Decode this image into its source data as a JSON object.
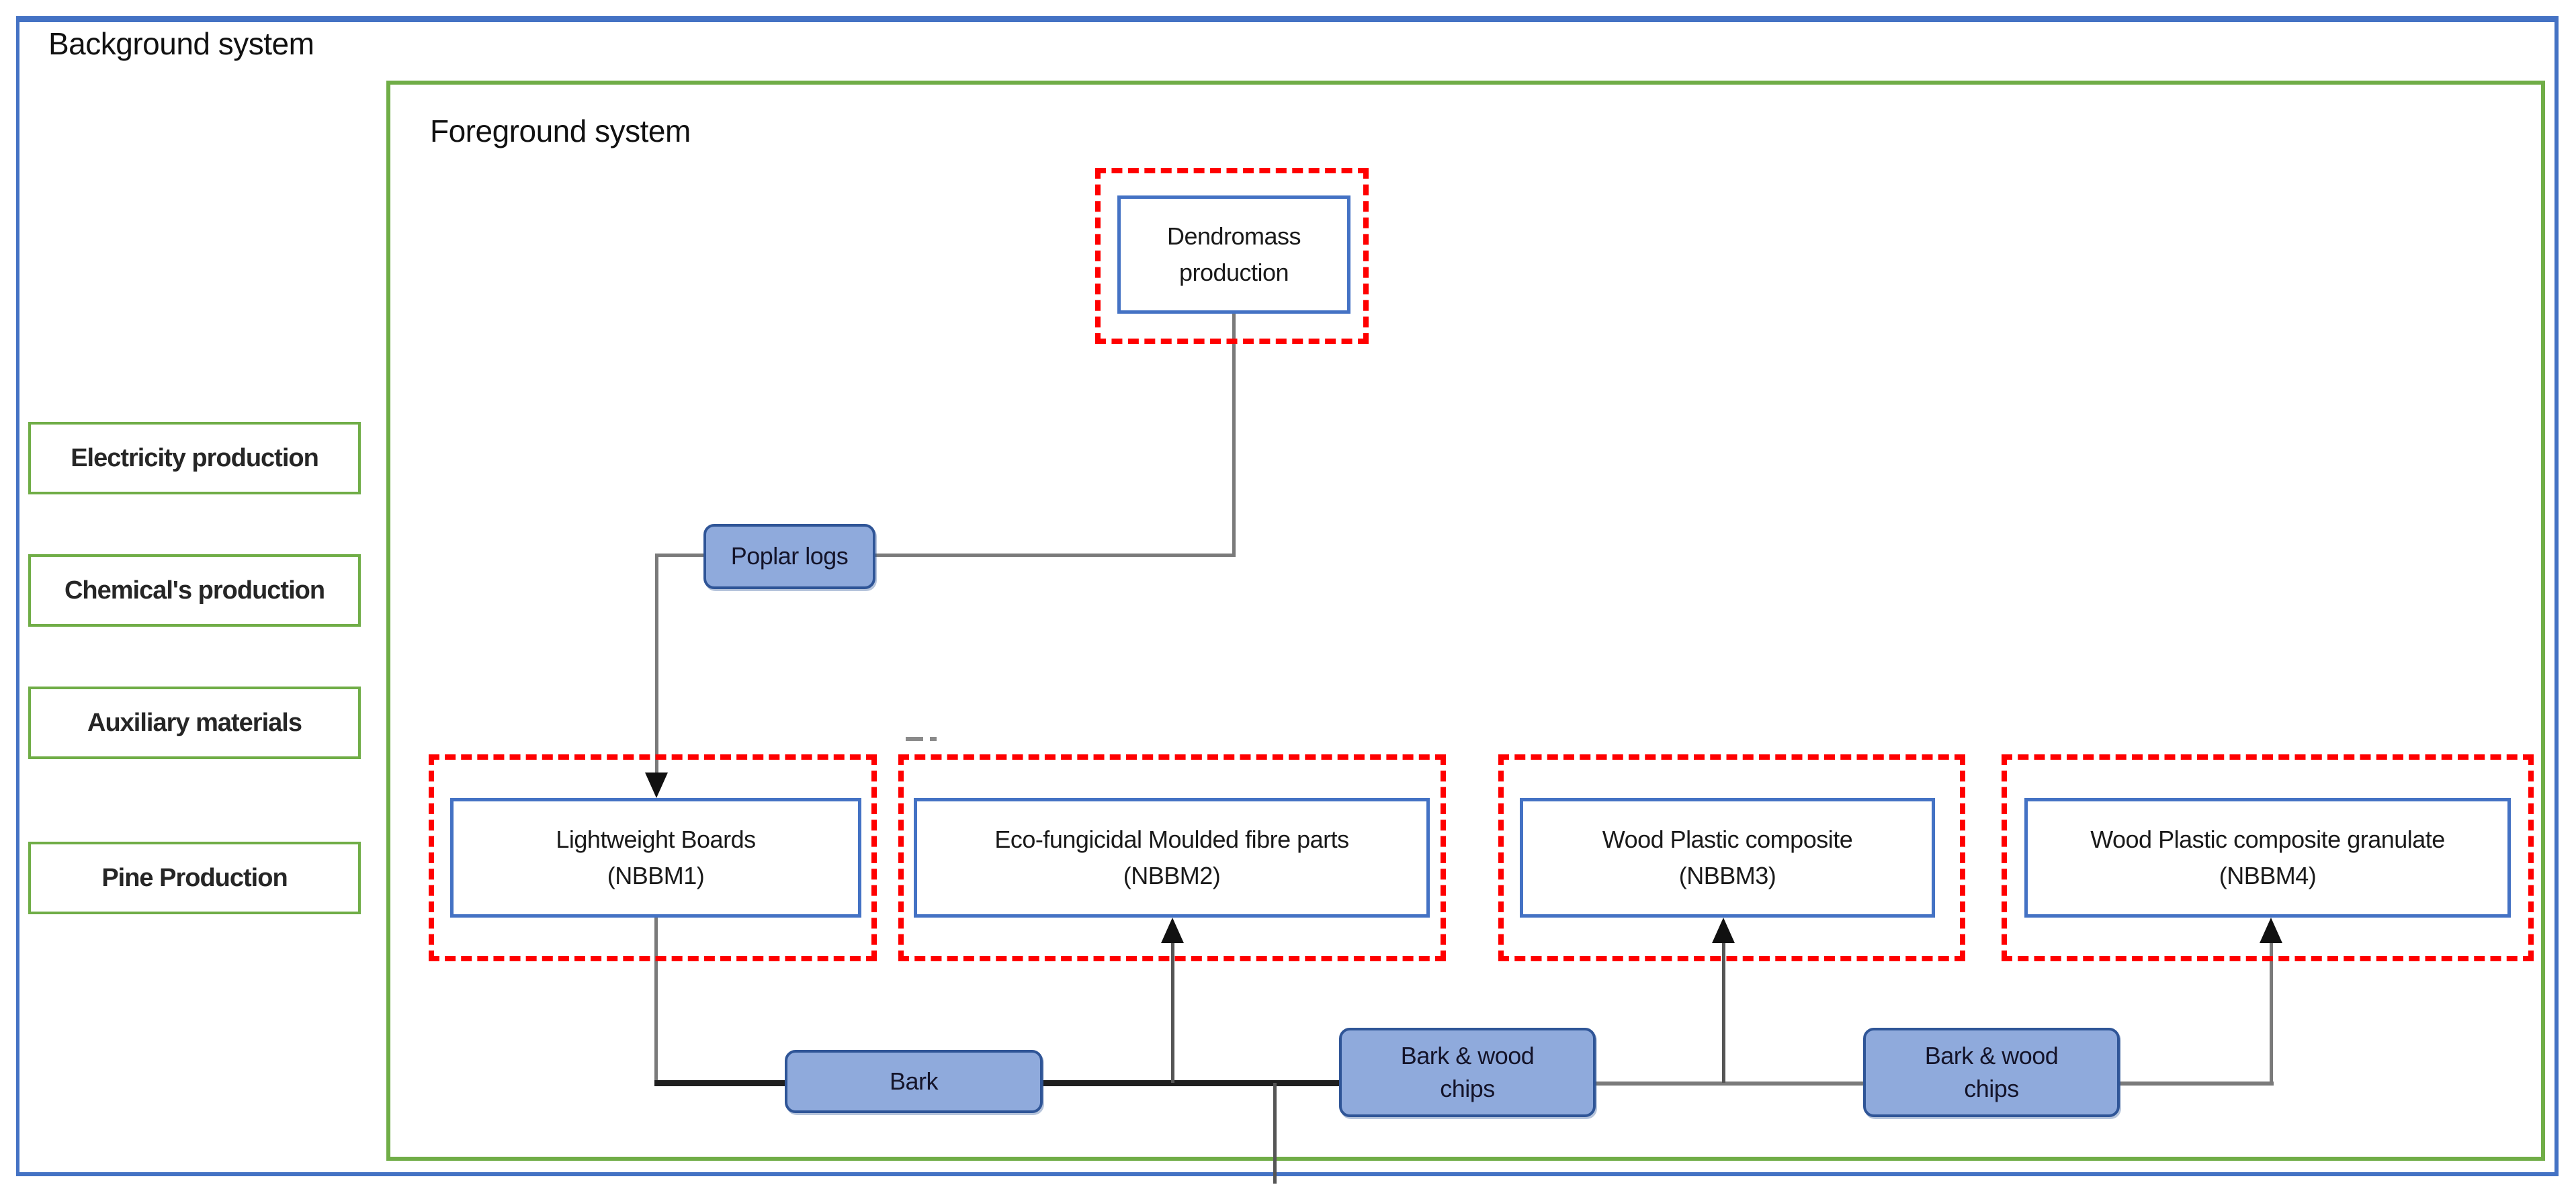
{
  "systems": {
    "background_label": "Background system",
    "foreground_label": "Foreground system"
  },
  "background_inputs": [
    {
      "label": "Electricity production"
    },
    {
      "label": "Chemical's production"
    },
    {
      "label": "Auxiliary materials"
    },
    {
      "label": "Pine Production"
    }
  ],
  "processes": {
    "dendromass": {
      "line1": "Dendromass",
      "line2": "production"
    },
    "nbbm1": {
      "line1": "Lightweight Boards",
      "line2": "(NBBM1)"
    },
    "nbbm2": {
      "line1": "Eco-fungicidal Moulded fibre parts",
      "line2": "(NBBM2)"
    },
    "nbbm3": {
      "line1": "Wood Plastic composite",
      "line2": "(NBBM3)"
    },
    "nbbm4": {
      "line1": "Wood Plastic composite granulate",
      "line2": "(NBBM4)"
    }
  },
  "materials": {
    "poplar_logs": {
      "label": "Poplar logs"
    },
    "bark": {
      "label": "Bark"
    },
    "bark_wood_chips_left": {
      "line1": "Bark & wood",
      "line2": "chips"
    },
    "bark_wood_chips_right": {
      "line1": "Bark & wood",
      "line2": "chips"
    }
  },
  "colors": {
    "accent-blue": "#4472C4",
    "green": "#70AD47",
    "red": "#FF0000",
    "material-fill": "#8FAADC",
    "material-border": "#2F5597",
    "line-gray": "#7a7a7a",
    "line-dark": "#1f1f1f",
    "text": "#1a1a1a"
  }
}
